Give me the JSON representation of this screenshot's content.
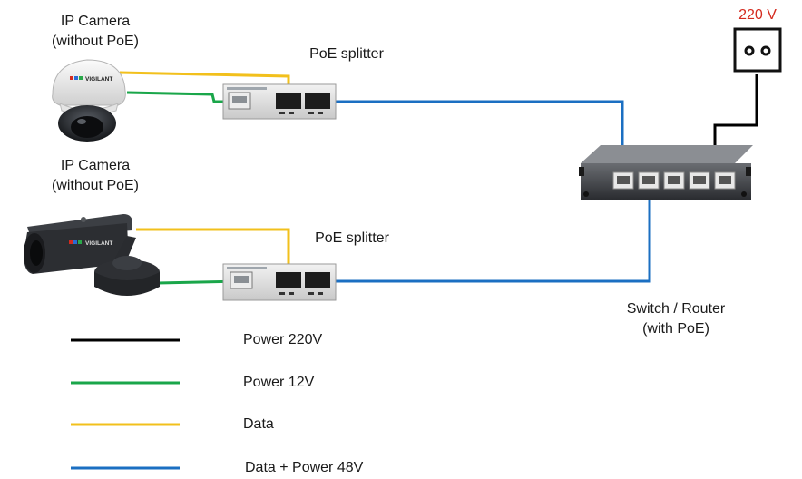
{
  "labels": {
    "camera1_line1": "IP Camera",
    "camera1_line2": "(without PoE)",
    "camera2_line1": "IP Camera",
    "camera2_line2": "(without PoE)",
    "splitter1": "PoE splitter",
    "splitter2": "PoE splitter",
    "switch_line1": "Switch / Router",
    "switch_line2": "(with PoE)",
    "outlet_voltage": "220 V",
    "camera_brand": "VIGILANT"
  },
  "legend": [
    {
      "label": "Power 220V",
      "color": "#000000"
    },
    {
      "label": "Power 12V",
      "color": "#1aa64a"
    },
    {
      "label": "Data",
      "color": "#f2c01c"
    },
    {
      "label": "Data + Power 48V",
      "color": "#1b6fc2"
    }
  ],
  "colors": {
    "power_220v": "#000000",
    "power_12v": "#1aa64a",
    "data": "#f2c01c",
    "data_power_48v": "#1b6fc2",
    "voltage_label": "#d42a1e"
  },
  "icons": [
    "dome-camera-icon",
    "bullet-camera-icon",
    "poe-splitter-icon",
    "poe-switch-icon",
    "power-outlet-icon"
  ]
}
